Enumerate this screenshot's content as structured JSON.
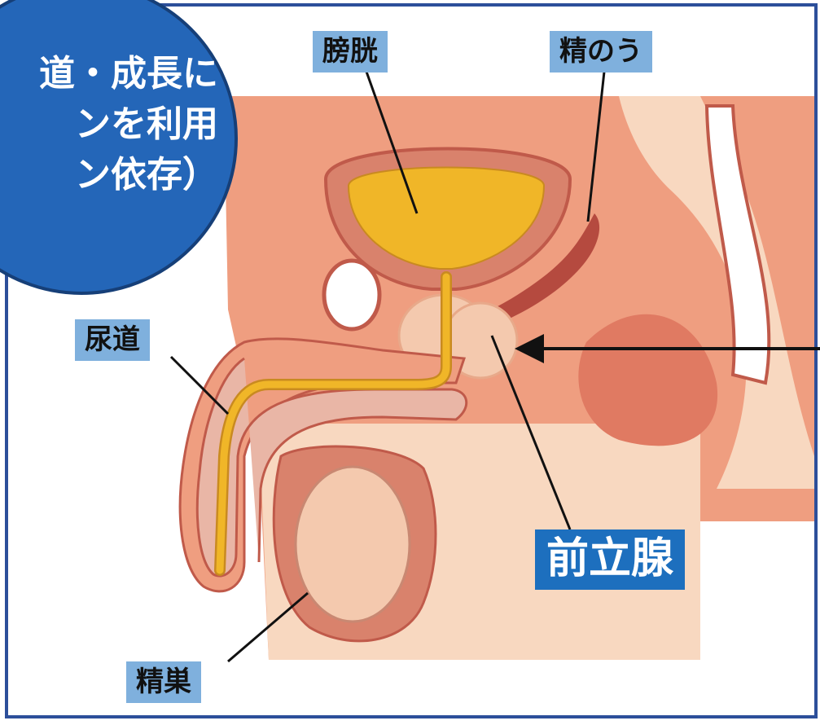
{
  "callout": {
    "lines": [
      "道・成長に",
      "ンを利用",
      "ン依存）"
    ],
    "color": "#2466b8"
  },
  "labels": {
    "bladder": "膀胱",
    "seminal_vesicle": "精のう",
    "urethra": "尿道",
    "testis": "精巣",
    "prostate": "前立腺"
  },
  "colors": {
    "label_box": "#7fb0dd",
    "highlight_box": "#1d6fbe",
    "frame": "#2c4f9a",
    "tissue": "#ef9e80",
    "skin": "#f8d8c0",
    "urine": "#f0b628",
    "prostate": "#f4c9ae"
  }
}
